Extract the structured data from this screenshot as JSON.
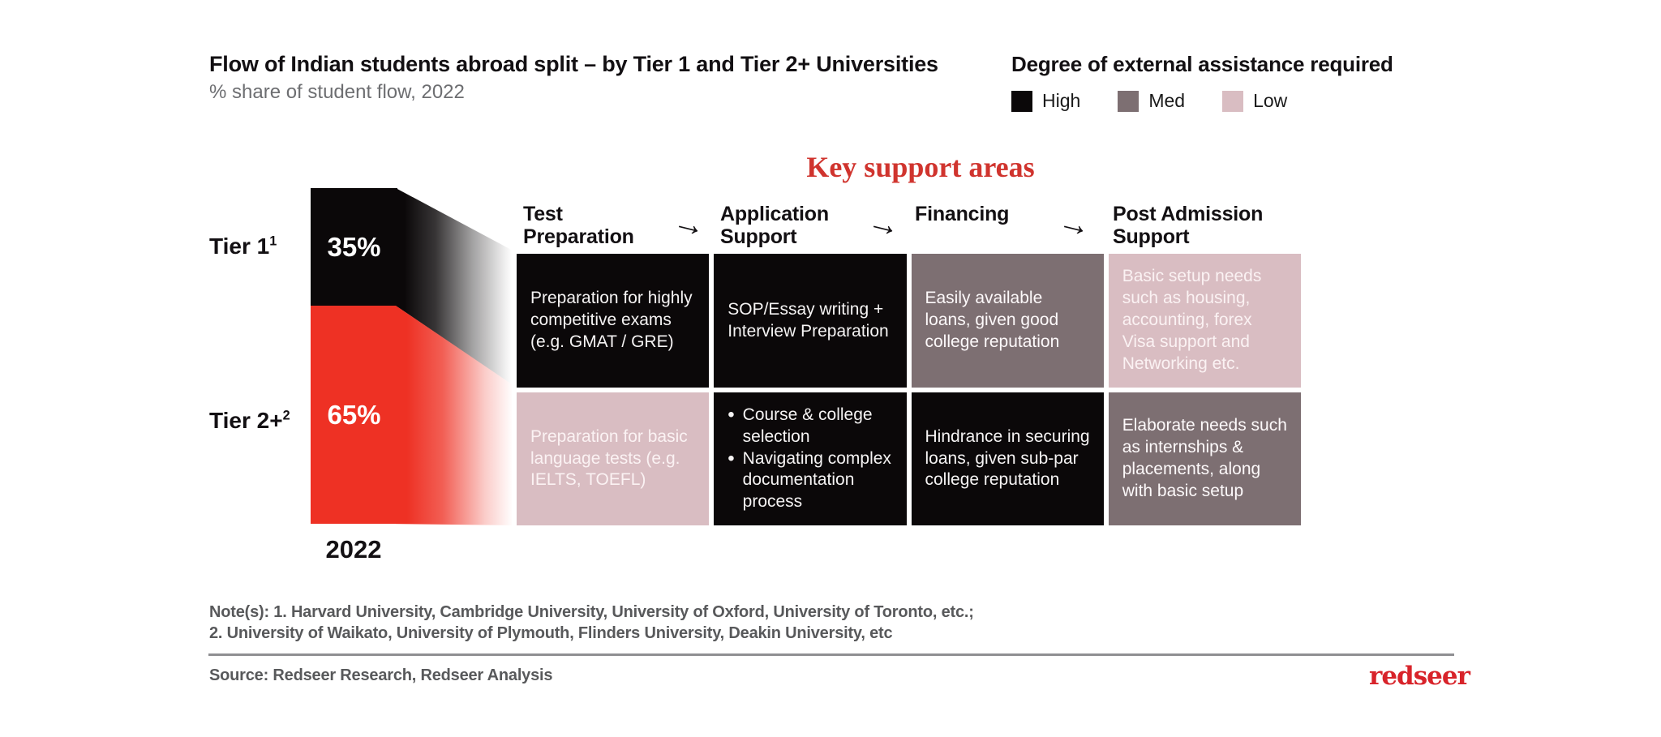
{
  "header": {
    "title": "Flow of Indian students abroad split – by Tier 1 and Tier 2+ Universities",
    "subtitle": "% share of student flow, 2022"
  },
  "legend": {
    "title": "Degree of external assistance required",
    "items": [
      {
        "label": "High",
        "color": "#0b0809"
      },
      {
        "label": "Med",
        "color": "#7d6f72"
      },
      {
        "label": "Low",
        "color": "#d9bdc2"
      }
    ]
  },
  "key_support_title": "Key support areas",
  "chart_data": {
    "type": "bar",
    "stacked": true,
    "title": "Flow of Indian students abroad split – by Tier 1 and Tier 2+ Universities",
    "subtitle": "% share of student flow, 2022",
    "categories": [
      "2022"
    ],
    "series": [
      {
        "name": "Tier 1",
        "values": [
          35
        ],
        "color": "#0b0809",
        "note_ref": "1"
      },
      {
        "name": "Tier 2+",
        "values": [
          65
        ],
        "color": "#ee3124",
        "note_ref": "2"
      }
    ],
    "value_format": "percent",
    "legend_position": "top-right",
    "grid": false
  },
  "bar": {
    "tier1": {
      "label": "Tier 1",
      "sup": "1",
      "value": "35%"
    },
    "tier2": {
      "label": "Tier 2+",
      "sup": "2",
      "value": "65%"
    },
    "x_label": "2022"
  },
  "columns": [
    {
      "title_lines": [
        "Test",
        "Preparation"
      ]
    },
    {
      "title_lines": [
        "Application",
        "Support"
      ]
    },
    {
      "title_lines": [
        "Financing"
      ]
    },
    {
      "title_lines": [
        "Post Admission",
        "Support"
      ]
    }
  ],
  "icons": {
    "flow_arrow": "→",
    "bullet": "•"
  },
  "matrix": {
    "rows": [
      {
        "tier": "Tier 1",
        "cells": [
          {
            "text": "Preparation for highly competitive exams (e.g. GMAT / GRE)",
            "level": "High"
          },
          {
            "text": "SOP/Essay writing + Interview Preparation",
            "level": "High"
          },
          {
            "text": "Easily available loans, given good college reputation",
            "level": "Med"
          },
          {
            "text": "Basic setup needs such as housing, accounting, forex Visa support and Networking etc.",
            "level": "Low"
          }
        ]
      },
      {
        "tier": "Tier 2+",
        "cells": [
          {
            "text": "Preparation for basic language tests (e.g. IELTS, TOEFL)",
            "level": "Low"
          },
          {
            "bullets": [
              "Course & college selection",
              "Navigating complex documentation process"
            ],
            "level": "High"
          },
          {
            "text": "Hindrance in securing loans, given sub-par college reputation",
            "level": "High"
          },
          {
            "text": "Elaborate needs such as internships & placements, along with basic setup",
            "level": "Med"
          }
        ]
      }
    ]
  },
  "footer": {
    "note_line1": "Note(s): 1. Harvard University, Cambridge University, University of Oxford, University of Toronto, etc.;",
    "note_line2": "2. University of Waikato, University of Plymouth, Flinders University, Deakin University, etc",
    "source": "Source: Redseer Research, Redseer Analysis",
    "logo": "redseer"
  }
}
